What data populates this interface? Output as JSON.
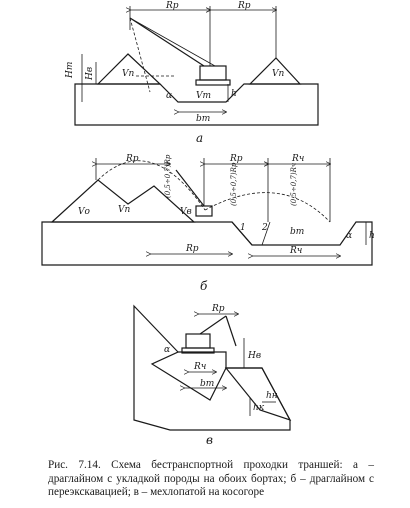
{
  "panels": [
    {
      "letter": "а",
      "labels": {
        "rp": "Rр",
        "ht": "Hт",
        "hv": "Hв",
        "vp": "Vп",
        "vt": "Vт",
        "bt": "bт",
        "alpha": "α",
        "h": "h"
      }
    },
    {
      "letter": "б",
      "labels": {
        "rp": "Rр",
        "rch": "Rч",
        "vo": "Vо",
        "vp": "Vп",
        "vv": "Vв",
        "bt": "bт",
        "alpha": "α",
        "h": "h",
        "n1": "1",
        "n2": "2",
        "dim1": "(0,5÷0,7)Rр",
        "dim2": "(0,5÷0,7)Rч"
      }
    },
    {
      "letter": "в",
      "labels": {
        "rp": "Rр",
        "rch": "Rч",
        "hv": "Hв",
        "bt": "bт",
        "alpha": "α",
        "hn": "hн",
        "hk": "hк"
      }
    }
  ],
  "caption": "Рис. 7.14. Схема бестранспортной проходки траншей: а – драглайном с укладкой породы на обоих бортах; б – драглайном с переэкскавацией; в – мехлопатой на косогоре"
}
